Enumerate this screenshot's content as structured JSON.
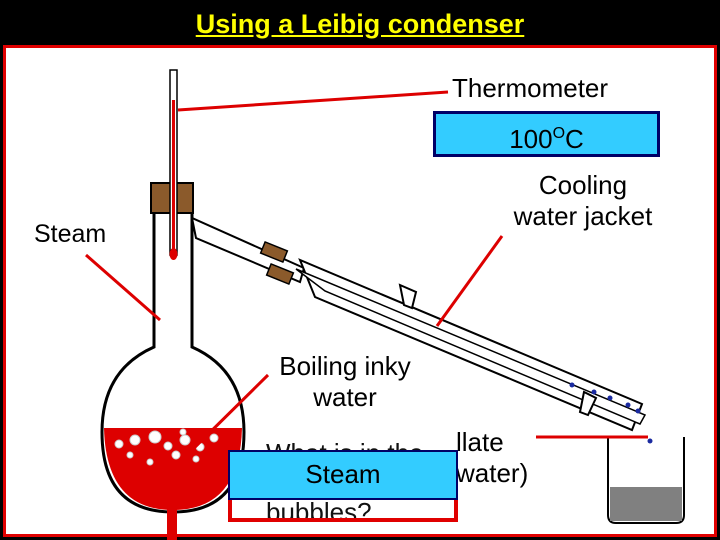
{
  "title": "Using a Leibig condenser",
  "labels": {
    "thermometer": "Thermometer",
    "reading_value": "100",
    "reading_unit_sup": "O",
    "reading_unit": "C",
    "cooling_line1": "Cooling",
    "cooling_line2": "water jacket",
    "steam_left": "Steam",
    "boiling_line1": "Boiling inky",
    "boiling_line2": "water",
    "question_partial": "What is in the",
    "distillate_partial": "llate",
    "distillate_partial2": "water)",
    "steam_box": "Steam",
    "bubbles_partial": "bubbles?"
  },
  "colors": {
    "title": "#ffff00",
    "border": "#e00000",
    "highlight": "#33ccff",
    "ink": "#cc0000",
    "stopper": "#8b5a2b"
  }
}
